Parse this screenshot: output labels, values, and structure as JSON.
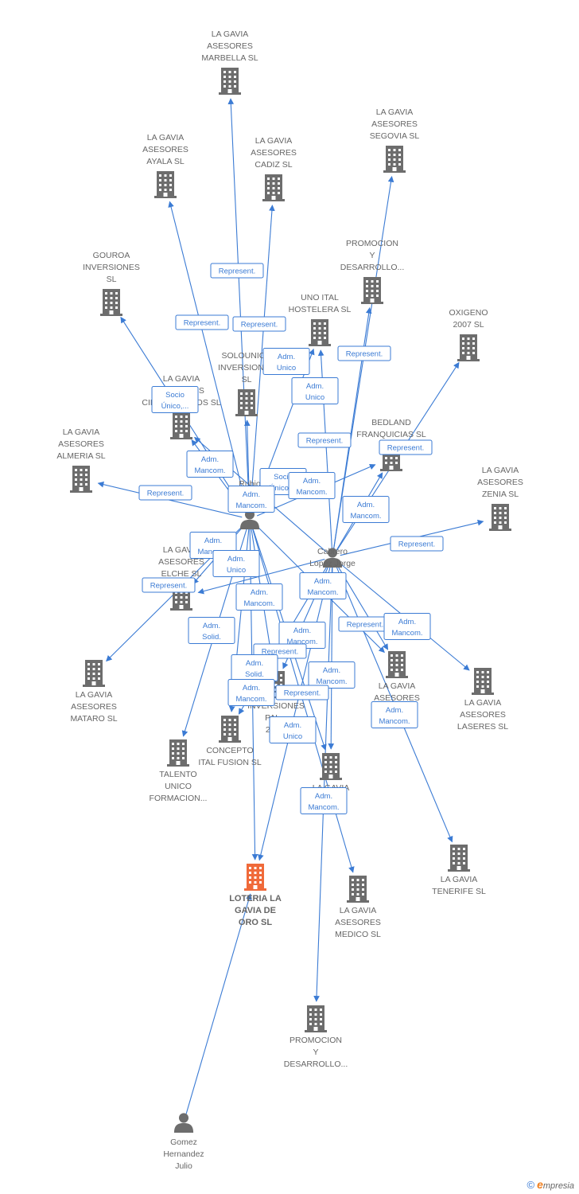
{
  "colors": {
    "edge": "#3b7bd4",
    "company": "#6d6d6d",
    "highlight": "#f06a3a",
    "person": "#6d6d6d",
    "label": "#666666"
  },
  "nodes": [
    {
      "id": "marbella",
      "type": "company",
      "lines": [
        "LA GAVIA",
        "ASESORES",
        "MARBELLA SL"
      ]
    },
    {
      "id": "segovia",
      "type": "company",
      "lines": [
        "LA GAVIA",
        "ASESORES",
        "SEGOVIA  SL"
      ]
    },
    {
      "id": "ayala",
      "type": "company",
      "lines": [
        "LA GAVIA",
        "ASESORES",
        "AYALA SL"
      ]
    },
    {
      "id": "cadiz",
      "type": "company",
      "lines": [
        "LA GAVIA",
        "ASESORES",
        "CADIZ SL"
      ]
    },
    {
      "id": "promocion1",
      "type": "company",
      "lines": [
        "PROMOCION",
        "Y",
        "DESARROLLO..."
      ]
    },
    {
      "id": "gouroa",
      "type": "company",
      "lines": [
        "GOUROA",
        "INVERSIONES",
        "SL"
      ]
    },
    {
      "id": "unoital",
      "type": "company",
      "lines": [
        "UNO ITAL",
        "HOSTELERA  SL"
      ]
    },
    {
      "id": "oxigeno",
      "type": "company",
      "lines": [
        "OXIGENO",
        "2007 SL"
      ]
    },
    {
      "id": "solounico",
      "type": "company",
      "lines": [
        "SOLOUNICO",
        "INVERSIONES",
        "SL"
      ]
    },
    {
      "id": "ciempozuelos",
      "type": "company",
      "lines": [
        "LA GAVIA",
        "ASESORES",
        "CIEMPOZUELOS SL"
      ]
    },
    {
      "id": "bedland",
      "type": "company",
      "lines": [
        "BEDLAND",
        "FRANQUICIAS SL"
      ]
    },
    {
      "id": "almeria",
      "type": "company",
      "lines": [
        "LA GAVIA",
        "ASESORES",
        "ALMERIA SL"
      ]
    },
    {
      "id": "rubio",
      "type": "person",
      "lines": [
        "Rubio",
        "Cortes..."
      ]
    },
    {
      "id": "zenia",
      "type": "company",
      "lines": [
        "LA GAVIA",
        "ASESORES",
        "ZENIA SL"
      ]
    },
    {
      "id": "cabrero",
      "type": "person",
      "lines": [
        "Cabrero",
        "Lopez Jorge"
      ]
    },
    {
      "id": "elche",
      "type": "company",
      "lines": [
        "LA GAVIA",
        "ASESORES",
        "ELCHE SL"
      ]
    },
    {
      "id": "mataro",
      "type": "company",
      "lines": [
        "LA GAVIA",
        "ASESORES",
        "MATARO SL"
      ]
    },
    {
      "id": "inversiones",
      "type": "company",
      "lines": [
        "INVERSIONES",
        "PAL...",
        "202..."
      ]
    },
    {
      "id": "gavia_asesores",
      "type": "company",
      "lines": [
        "LA GAVIA",
        "ASESORES"
      ]
    },
    {
      "id": "laseres",
      "type": "company",
      "lines": [
        "LA GAVIA",
        "ASESORES",
        "LASERES SL"
      ]
    },
    {
      "id": "concepto",
      "type": "company",
      "lines": [
        "CONCEPTO",
        "ITAL FUSION  SL"
      ]
    },
    {
      "id": "talento",
      "type": "company",
      "lines": [
        "TALENTO",
        "UNICO",
        "FORMACION..."
      ]
    },
    {
      "id": "gavia_sl",
      "type": "company",
      "lines": [
        "LA GAVIA",
        "E... SL"
      ]
    },
    {
      "id": "tenerife",
      "type": "company",
      "lines": [
        "LA GAVIA",
        "TENERIFE SL"
      ]
    },
    {
      "id": "loteria",
      "type": "highlight",
      "lines": [
        "LOTERIA LA",
        "GAVIA DE",
        "ORO SL"
      ]
    },
    {
      "id": "medico",
      "type": "company",
      "lines": [
        "LA GAVIA",
        "ASESORES",
        "MEDICO  SL"
      ]
    },
    {
      "id": "promocion2",
      "type": "company",
      "lines": [
        "PROMOCION",
        "Y",
        "DESARROLLO..."
      ]
    },
    {
      "id": "gomez",
      "type": "person",
      "lines": [
        "Gomez",
        "Hernandez",
        "Julio"
      ]
    }
  ],
  "labels": [
    {
      "id": "l1",
      "lines": [
        "Represent."
      ]
    },
    {
      "id": "l2",
      "lines": [
        "Represent."
      ]
    },
    {
      "id": "l3",
      "lines": [
        "Represent."
      ]
    },
    {
      "id": "l4",
      "lines": [
        "Adm.",
        "Unico"
      ]
    },
    {
      "id": "l5",
      "lines": [
        "Represent."
      ]
    },
    {
      "id": "l6",
      "lines": [
        "Adm.",
        "Unico"
      ]
    },
    {
      "id": "l7",
      "lines": [
        "Socio",
        "Único,..."
      ]
    },
    {
      "id": "l8",
      "lines": [
        "Represent."
      ]
    },
    {
      "id": "l9",
      "lines": [
        "Represent."
      ]
    },
    {
      "id": "l10",
      "lines": [
        "Adm.",
        "Mancom."
      ]
    },
    {
      "id": "l11",
      "lines": [
        "Socio",
        "Único,..."
      ]
    },
    {
      "id": "l12",
      "lines": [
        "Adm.",
        "Mancom."
      ]
    },
    {
      "id": "l13",
      "lines": [
        "Represent."
      ]
    },
    {
      "id": "l14",
      "lines": [
        "Adm.",
        "Mancom."
      ]
    },
    {
      "id": "l15",
      "lines": [
        "Adm.",
        "Mancom."
      ]
    },
    {
      "id": "l16",
      "lines": [
        "Represent."
      ]
    },
    {
      "id": "l17",
      "lines": [
        "Adm.",
        "Mancom."
      ]
    },
    {
      "id": "l18",
      "lines": [
        "Adm.",
        "Unico"
      ]
    },
    {
      "id": "l19",
      "lines": [
        "Represent."
      ]
    },
    {
      "id": "l20",
      "lines": [
        "Adm.",
        "Mancom."
      ]
    },
    {
      "id": "l21",
      "lines": [
        "Adm.",
        "Mancom."
      ]
    },
    {
      "id": "l22",
      "lines": [
        "Adm.",
        "Solid."
      ]
    },
    {
      "id": "l23",
      "lines": [
        "Adm.",
        "Mancom."
      ]
    },
    {
      "id": "l24",
      "lines": [
        "Represent."
      ]
    },
    {
      "id": "l25",
      "lines": [
        "Adm.",
        "Mancom."
      ]
    },
    {
      "id": "l26",
      "lines": [
        "Represent."
      ]
    },
    {
      "id": "l27",
      "lines": [
        "Adm.",
        "Solid."
      ]
    },
    {
      "id": "l28",
      "lines": [
        "Adm.",
        "Mancom."
      ]
    },
    {
      "id": "l29",
      "lines": [
        "Adm.",
        "Mancom."
      ]
    },
    {
      "id": "l30",
      "lines": [
        "Represent."
      ]
    },
    {
      "id": "l31",
      "lines": [
        "Adm.",
        "Mancom."
      ]
    },
    {
      "id": "l32",
      "lines": [
        "Adm.",
        "Unico"
      ]
    },
    {
      "id": "l33",
      "lines": [
        "Adm.",
        "Mancom."
      ]
    }
  ],
  "edges": [
    [
      "rubio",
      "marbella"
    ],
    [
      "rubio",
      "ayala"
    ],
    [
      "rubio",
      "cadiz"
    ],
    [
      "rubio",
      "gouroa"
    ],
    [
      "rubio",
      "almeria"
    ],
    [
      "rubio",
      "solounico"
    ],
    [
      "rubio",
      "ciempozuelos"
    ],
    [
      "rubio",
      "unoital"
    ],
    [
      "rubio",
      "bedland"
    ],
    [
      "rubio",
      "elche"
    ],
    [
      "rubio",
      "mataro"
    ],
    [
      "rubio",
      "talento"
    ],
    [
      "rubio",
      "concepto"
    ],
    [
      "rubio",
      "inversiones"
    ],
    [
      "rubio",
      "loteria"
    ],
    [
      "rubio",
      "gavia_sl"
    ],
    [
      "rubio",
      "medico"
    ],
    [
      "rubio",
      "gavia_asesores"
    ],
    [
      "cabrero",
      "promocion1"
    ],
    [
      "cabrero",
      "segovia"
    ],
    [
      "cabrero",
      "oxigeno"
    ],
    [
      "cabrero",
      "unoital"
    ],
    [
      "cabrero",
      "bedland"
    ],
    [
      "cabrero",
      "zenia"
    ],
    [
      "cabrero",
      "elche"
    ],
    [
      "cabrero",
      "ciempozuelos"
    ],
    [
      "cabrero",
      "inversiones"
    ],
    [
      "cabrero",
      "gavia_asesores"
    ],
    [
      "cabrero",
      "laseres"
    ],
    [
      "cabrero",
      "tenerife"
    ],
    [
      "cabrero",
      "gavia_sl"
    ],
    [
      "cabrero",
      "loteria"
    ],
    [
      "cabrero",
      "promocion2"
    ],
    [
      "cabrero",
      "concepto"
    ],
    [
      "gomez",
      "loteria"
    ]
  ],
  "footer": {
    "copyright": "©",
    "brand_initial": "e",
    "brand_rest": "mpresia"
  }
}
